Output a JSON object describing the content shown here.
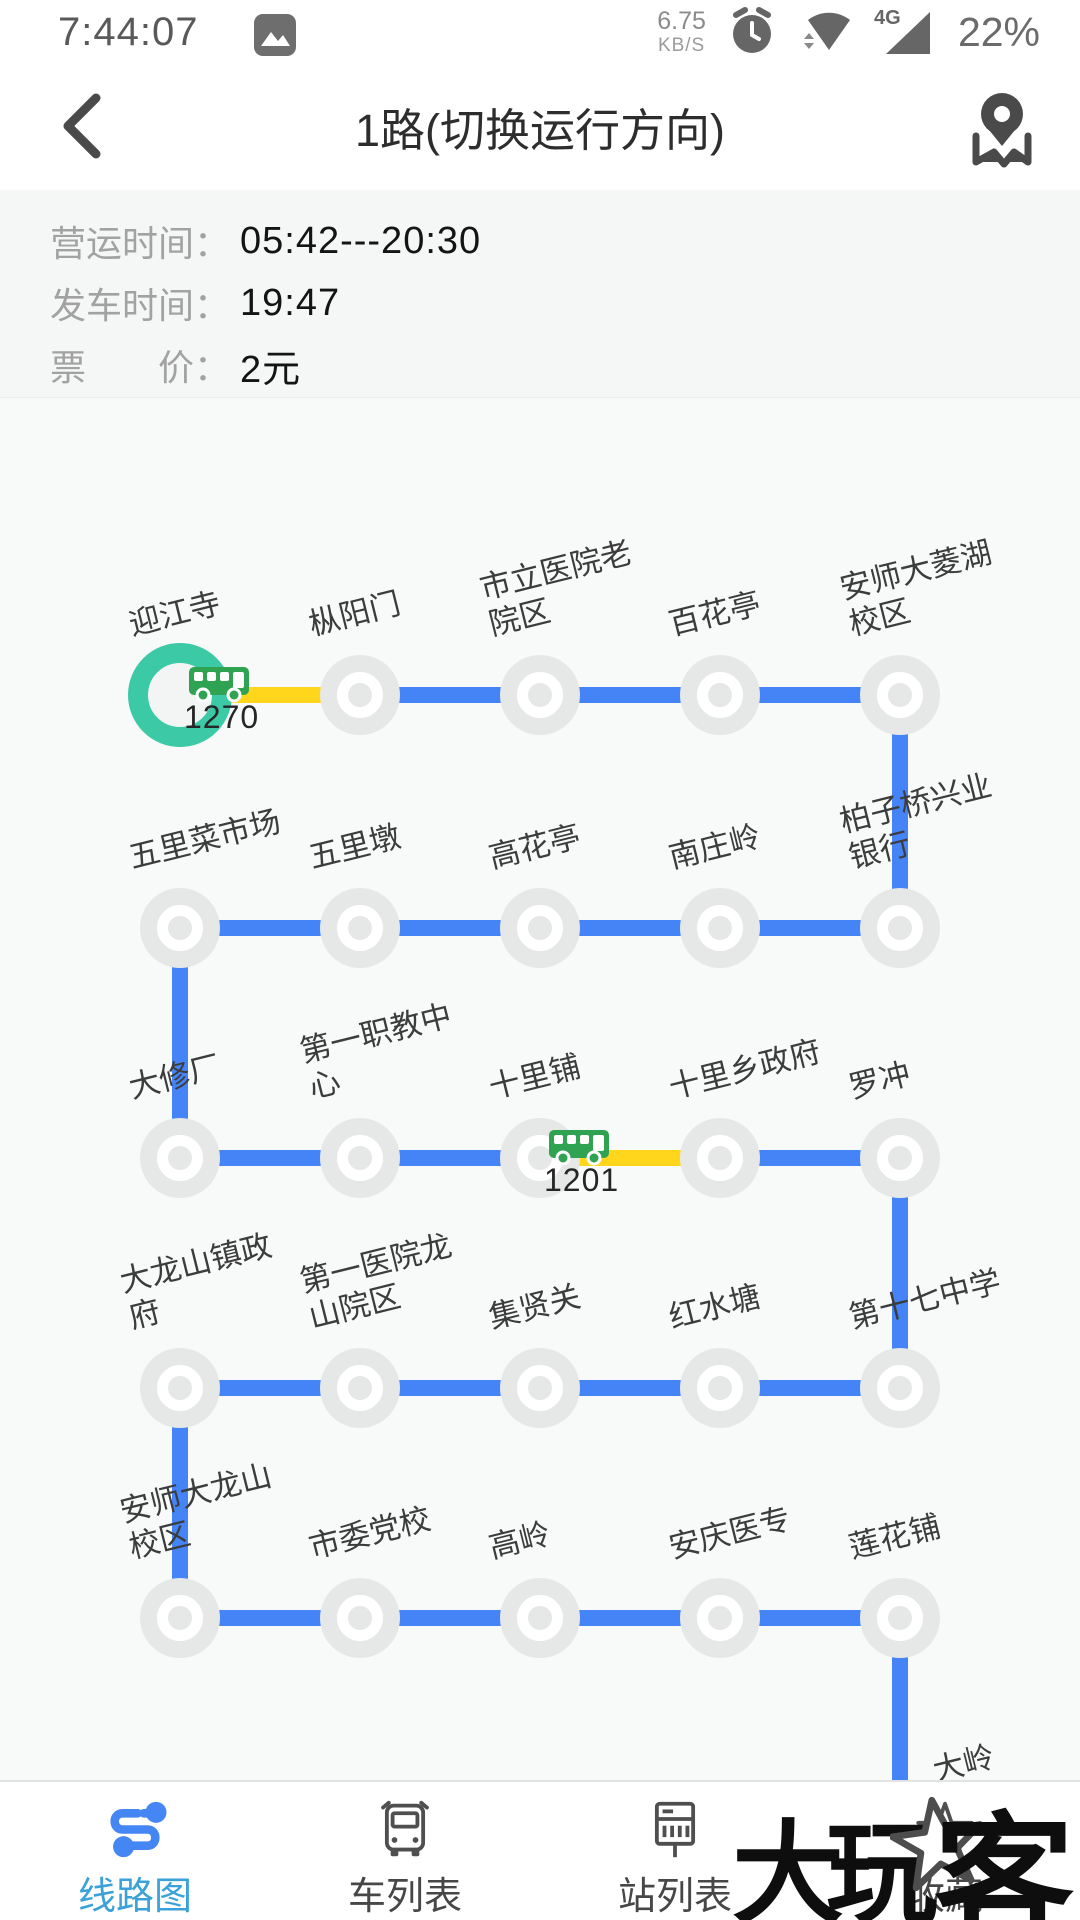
{
  "colors": {
    "line_blue": "#4584f6",
    "line_yellow": "#ffd61c",
    "start_ring": "#3cc9a6",
    "bus_green": "#2fa352",
    "marker_gray": "#e6e7e7",
    "tab_active_text": "#3aa2d9",
    "tab_icon_blue": "#4486f3",
    "status_gray": "#5f6368"
  },
  "status_bar": {
    "time": "7:44:07",
    "speed_value": "6.75",
    "speed_unit": "KB/S",
    "signal_label": "4G",
    "battery": "22%",
    "icons": [
      "photo-icon",
      "alarm-icon",
      "wifi-icon",
      "signal-4g-icon"
    ]
  },
  "header": {
    "title": "1路(切换运行方向)",
    "icons": [
      "back-icon",
      "map-pin-icon"
    ]
  },
  "info": {
    "rows": [
      {
        "label": "营运时间：",
        "value": "05:42---20:30"
      },
      {
        "label": "发车时间：",
        "value": "19:47"
      },
      {
        "label": "票　　价：",
        "value": "2元"
      }
    ]
  },
  "route_map": {
    "stations": [
      {
        "name": "迎江寺"
      },
      {
        "name": "枞阳门"
      },
      {
        "name": "市立医院老院区"
      },
      {
        "name": "百花亭"
      },
      {
        "name": "安师大菱湖校区"
      },
      {
        "name": "柏子桥兴业银行"
      },
      {
        "name": "南庄岭"
      },
      {
        "name": "高花亭"
      },
      {
        "name": "五里墩"
      },
      {
        "name": "五里菜市场"
      },
      {
        "name": "大修厂"
      },
      {
        "name": "第一职教中心"
      },
      {
        "name": "十里铺"
      },
      {
        "name": "十里乡政府"
      },
      {
        "name": "罗冲"
      },
      {
        "name": "第十七中学"
      },
      {
        "name": "红水塘"
      },
      {
        "name": "集贤关"
      },
      {
        "name": "第一医院龙山院区"
      },
      {
        "name": "大龙山镇政府"
      },
      {
        "name": "安师大龙山校区"
      },
      {
        "name": "市委党校"
      },
      {
        "name": "高岭"
      },
      {
        "name": "安庆医专"
      },
      {
        "name": "莲花铺"
      }
    ],
    "partial_next_station": "大岭",
    "buses": [
      {
        "id": "1270",
        "station_index": 0
      },
      {
        "id": "1201",
        "station_index": 12
      }
    ],
    "yellow_segment_starts": [
      0,
      12
    ]
  },
  "tab_bar": {
    "tabs": [
      {
        "label": "线路图",
        "icon": "route-map-icon",
        "active": true
      },
      {
        "label": "车列表",
        "icon": "bus-list-icon",
        "active": false
      },
      {
        "label": "站列表",
        "icon": "station-list-icon",
        "active": false
      },
      {
        "label": "收藏",
        "icon": "favorite-star-icon",
        "active": false
      }
    ]
  },
  "watermark": {
    "part1": "大玩",
    "part2": "客"
  }
}
